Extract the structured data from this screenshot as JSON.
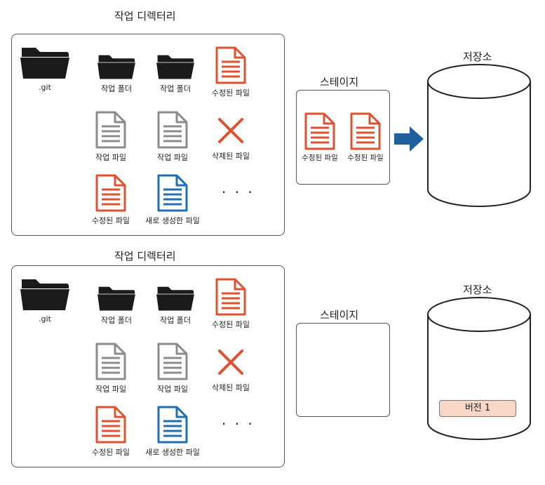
{
  "colors": {
    "folder": "#1a1a1a",
    "modified_doc": "#e0522f",
    "work_doc": "#8c8c8c",
    "new_doc": "#1f6fb2",
    "deleted_x": "#e0522f",
    "arrow": "#1f5fa0",
    "version_bg": "#f8d7c8"
  },
  "panels": [
    {
      "workdir_title": "작업 디렉터리",
      "items": {
        "git": ".git",
        "folder1": "작업 폴더",
        "folder2": "작업 폴더",
        "modified1": "수정된 파일",
        "workfile1": "작업 파일",
        "workfile2": "작업 파일",
        "deleted": "삭제된 파일",
        "modified2": "수정된 파일",
        "newfile": "새로 생성한 파일",
        "more": "· · ·"
      },
      "stage_title": "스테이지",
      "stage_items": [
        "수정된 파일",
        "수정된 파일"
      ],
      "repo_title": "저장소",
      "repo_items": []
    },
    {
      "workdir_title": "작업 디렉터리",
      "items": {
        "git": ".git",
        "folder1": "작업 폴더",
        "folder2": "작업 폴더",
        "modified1": "수정된 파일",
        "workfile1": "작업 파일",
        "workfile2": "작업 파일",
        "deleted": "삭제된 파일",
        "modified2": "수정된 파일",
        "newfile": "새로 생성한 파일",
        "more": "· · ·"
      },
      "stage_title": "스테이지",
      "stage_items": [],
      "repo_title": "저장소",
      "repo_items": [
        "버전 1"
      ]
    }
  ]
}
